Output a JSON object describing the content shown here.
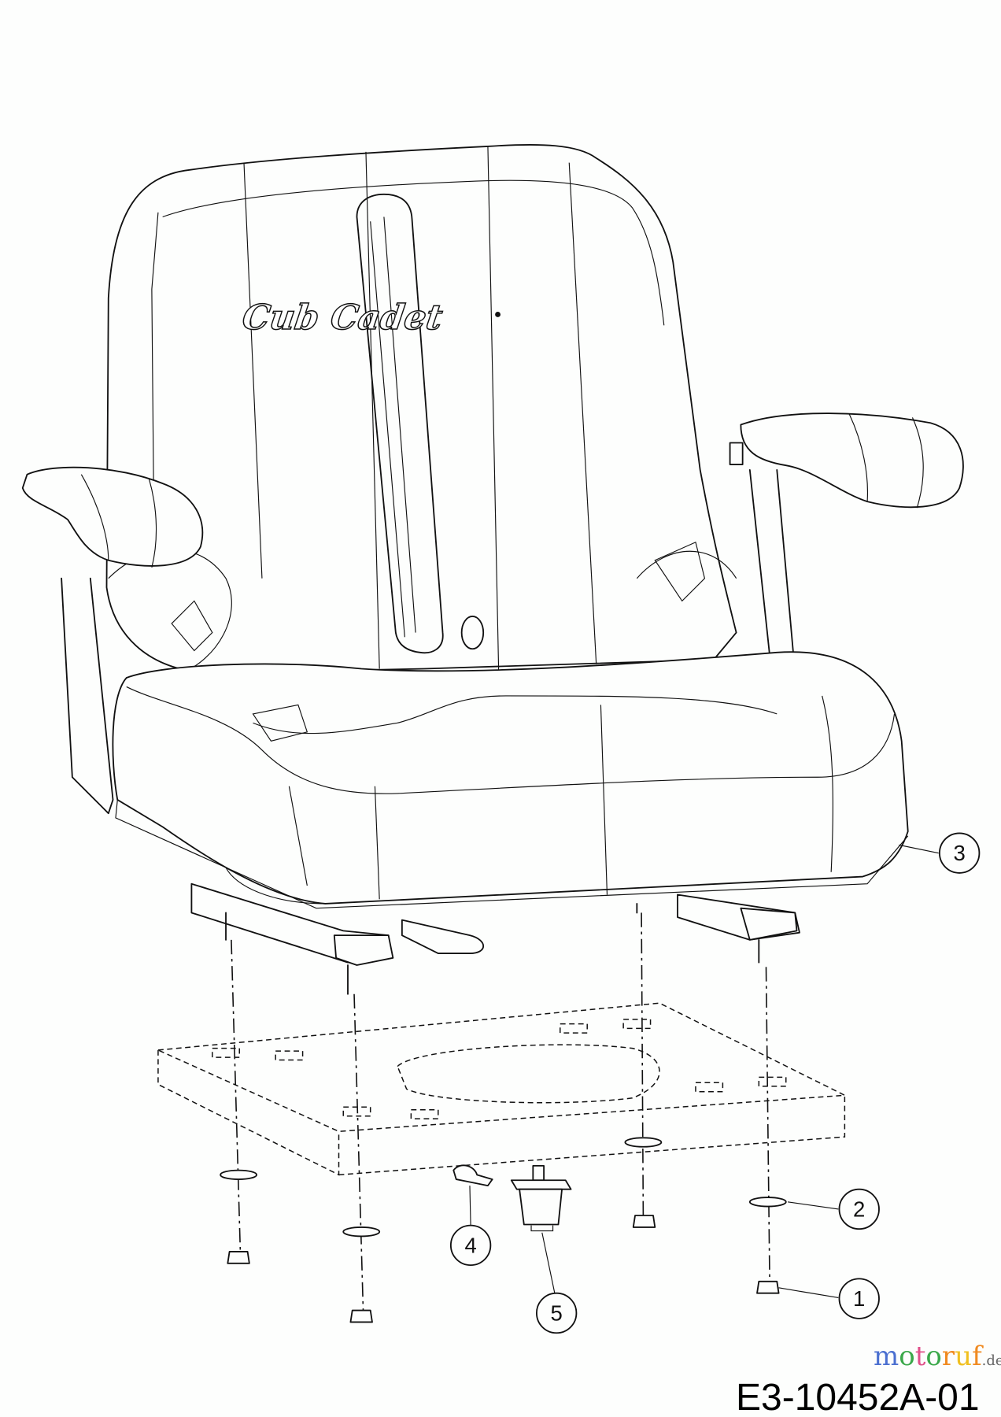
{
  "diagram": {
    "brand_logo": "Cub Cadet",
    "drawing_number": "E3-10452A-01",
    "watermark": {
      "name": "motoruf",
      "tld": ".de",
      "colors": [
        "#4a6fd0",
        "#3aa84a",
        "#e0508a",
        "#f08a20",
        "#f0c020"
      ]
    },
    "callouts": [
      {
        "number": "1",
        "part": "flange-nut"
      },
      {
        "number": "2",
        "part": "washer"
      },
      {
        "number": "3",
        "part": "seat-assembly"
      },
      {
        "number": "4",
        "part": "switch-clip"
      },
      {
        "number": "5",
        "part": "seat-switch"
      }
    ]
  }
}
